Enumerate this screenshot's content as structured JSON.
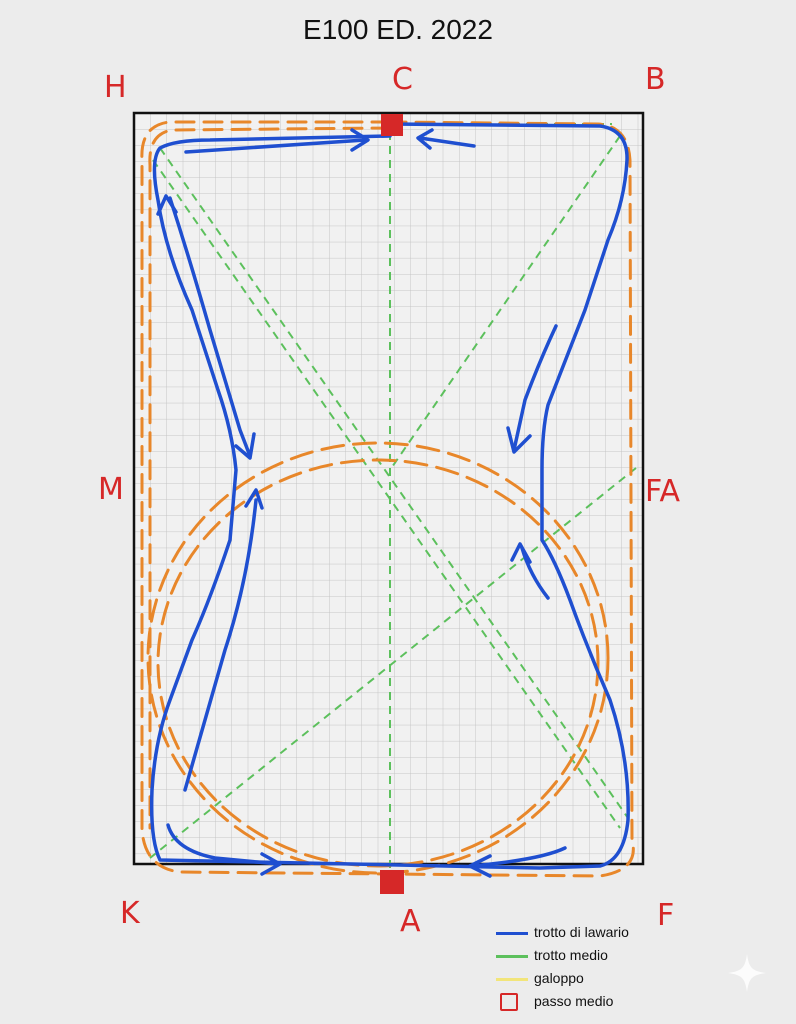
{
  "title": "E100 ED. 2022",
  "letters": {
    "H": "H",
    "C": "C",
    "B": "B",
    "M": "M",
    "FA": "FA",
    "K": "K",
    "A": "A",
    "F": "F"
  },
  "legend": [
    {
      "label": "trotto di lawario",
      "color": "#1f4fd0"
    },
    {
      "label": "trotto medio",
      "color": "#5cc05c"
    },
    {
      "label": "galoppo",
      "color": "#f2e57a"
    },
    {
      "label": "passo medio",
      "color": "#d62828"
    }
  ],
  "colors": {
    "grid": "#c5c5c5",
    "border": "#111111",
    "blue": "#1f4fd0",
    "green": "#5cc05c",
    "orange": "#e8872a",
    "red": "#d62828"
  }
}
